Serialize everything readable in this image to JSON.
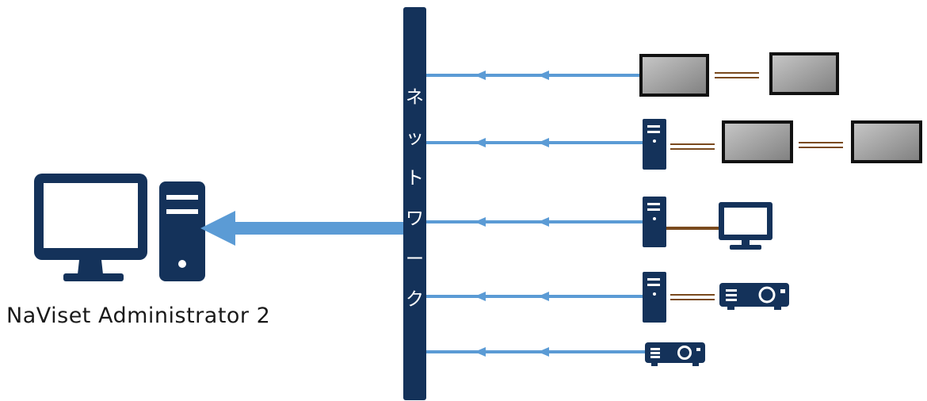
{
  "admin": {
    "label": "NaViset Administrator 2"
  },
  "network": {
    "chars": [
      "ネ",
      "ッ",
      "ト",
      "ワ",
      "ー",
      "ク"
    ]
  },
  "colors": {
    "navy": "#14325a",
    "arrow": "#5b9bd5",
    "cable": "#7a4a1e",
    "screen_dark": "#7f7f7f",
    "screen_light": "#c8c8c8"
  },
  "rows": [
    {
      "source": "display",
      "chain": [
        "display"
      ]
    },
    {
      "source": "pc-tower",
      "chain": [
        "display",
        "display"
      ]
    },
    {
      "source": "pc-tower",
      "chain": [
        "monitor"
      ]
    },
    {
      "source": "pc-tower",
      "chain": [
        "projector"
      ]
    },
    {
      "source": "projector",
      "chain": []
    }
  ]
}
